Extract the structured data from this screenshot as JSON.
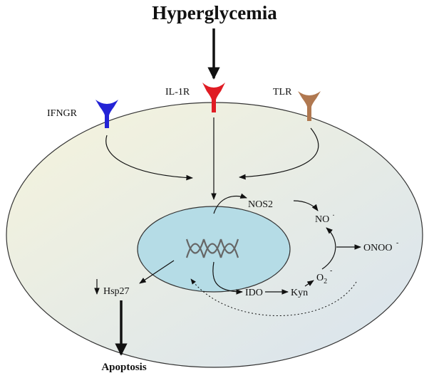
{
  "title": "Hyperglycemia",
  "receptors": {
    "ifngr": {
      "label": "IFNGR",
      "color": "#2323d6"
    },
    "il1r": {
      "label": "IL-1R",
      "color": "#e01c24"
    },
    "tlr": {
      "label": "TLR",
      "color": "#b07850"
    }
  },
  "cell": {
    "fill_start": "#f6f4dc",
    "fill_end": "#d8e3ee",
    "nucleus_fill": "#b5dce6"
  },
  "molecules": {
    "nos2": "NOS2",
    "no": "NO",
    "onoo": "ONOO",
    "o2": "O",
    "o2_subscript": "2",
    "ido": "IDO",
    "kyn": "Kyn",
    "hsp27": "Hsp27"
  },
  "outcome": "Apoptosis"
}
